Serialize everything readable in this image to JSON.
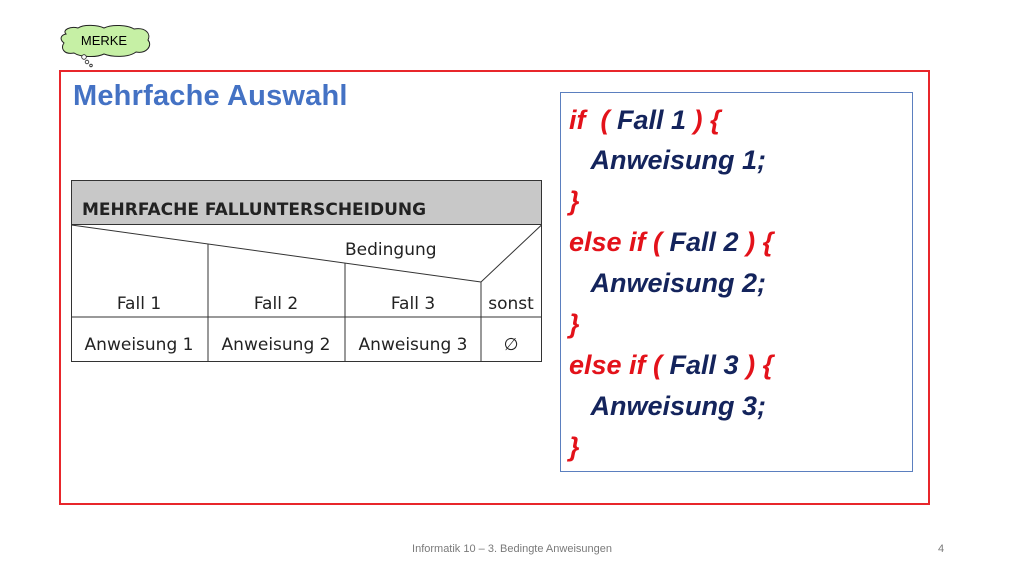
{
  "badge": {
    "label": "MERKE"
  },
  "slide": {
    "title": "Mehrfache Auswahl"
  },
  "struktogramm": {
    "header": "MEHRFACHE FALLUNTERSCHEIDUNG",
    "condition": "Bedingung",
    "cases": [
      "Fall 1",
      "Fall 2",
      "Fall 3",
      "sonst"
    ],
    "actions": [
      "Anweisung 1",
      "Anweisung 2",
      "Anweisung 3",
      "∅"
    ]
  },
  "code": {
    "lines": [
      {
        "keyword1": "if  ( ",
        "text1": "Fall 1",
        "keyword2": " ) {"
      },
      {
        "text1": "   Anweisung 1;"
      },
      {
        "keyword1": "}"
      },
      {
        "keyword1": "else if ( ",
        "text1": "Fall 2",
        "keyword2": " ) {"
      },
      {
        "text1": "   Anweisung 2;"
      },
      {
        "keyword1": "}"
      },
      {
        "keyword1": "else if ( ",
        "text1": "Fall 3",
        "keyword2": " ) {"
      },
      {
        "text1": "   Anweisung 3;"
      },
      {
        "keyword1": "}"
      }
    ]
  },
  "footer": {
    "text": "Informatik 10 – 3. Bedingte Anweisungen",
    "page": "4"
  },
  "colors": {
    "title": "#4472c4",
    "frame": "#e8262b",
    "code_keyword": "#e3121a",
    "code_text": "#14245c",
    "cloud": "#c6f0a5"
  }
}
